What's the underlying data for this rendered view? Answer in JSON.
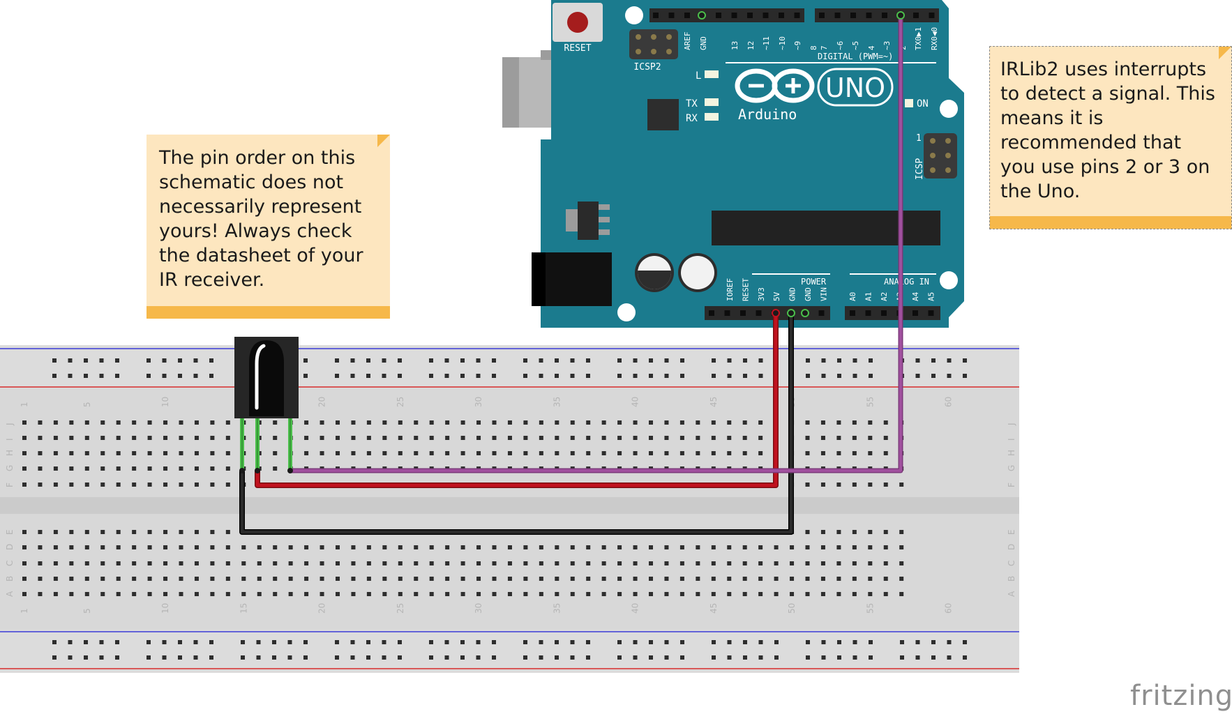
{
  "notes": {
    "left": "The pin order on this schematic does not necessarily represent yours! Always check the datasheet of your IR receiver.",
    "right": "IRLib2 uses interrupts to detect a signal. This means it is recommended that you use pins 2 or 3 on the Uno."
  },
  "brand": "fritzing",
  "arduino": {
    "reset_label": "RESET",
    "icsp2_label": "ICSP2",
    "icsp_label": "ICSP",
    "logo_text": "Arduino",
    "uno_text": "UNO",
    "on_label": "ON",
    "led_l": "L",
    "led_tx": "TX",
    "led_rx": "RX",
    "digital_label": "DIGITAL (PWM=~)",
    "power_label": "POWER",
    "analog_label": "ANALOG IN",
    "icsp_one": "1",
    "top_pins": [
      "AREF",
      "GND",
      "13",
      "12",
      "~11",
      "~10",
      "~9",
      "8",
      "7",
      "~6",
      "~5",
      "4",
      "~3",
      "2",
      "TX0▶1",
      "RX0◀0"
    ],
    "power_pins": [
      "IOREF",
      "RESET",
      "3V3",
      "5V",
      "GND",
      "GND",
      "VIN"
    ],
    "analog_pins": [
      "A0",
      "A1",
      "A2",
      "A3",
      "A4",
      "A5"
    ]
  },
  "breadboard": {
    "column_numbers": [
      "1",
      "5",
      "10",
      "15",
      "20",
      "25",
      "30",
      "35",
      "40",
      "45",
      "50",
      "55",
      "60"
    ],
    "rows_top": [
      "J",
      "I",
      "H",
      "G",
      "F"
    ],
    "rows_bottom": [
      "E",
      "D",
      "C",
      "B",
      "A"
    ]
  },
  "colors": {
    "board": "#1b7b8e",
    "breadboard": "#d9d9d9",
    "wire_red": "#c1121f",
    "wire_black": "#1a1a1a",
    "wire_purple": "#a0509e",
    "wire_green": "#4bbf4b",
    "note_bg": "#fde6bf",
    "note_bar": "#f6b84a"
  }
}
